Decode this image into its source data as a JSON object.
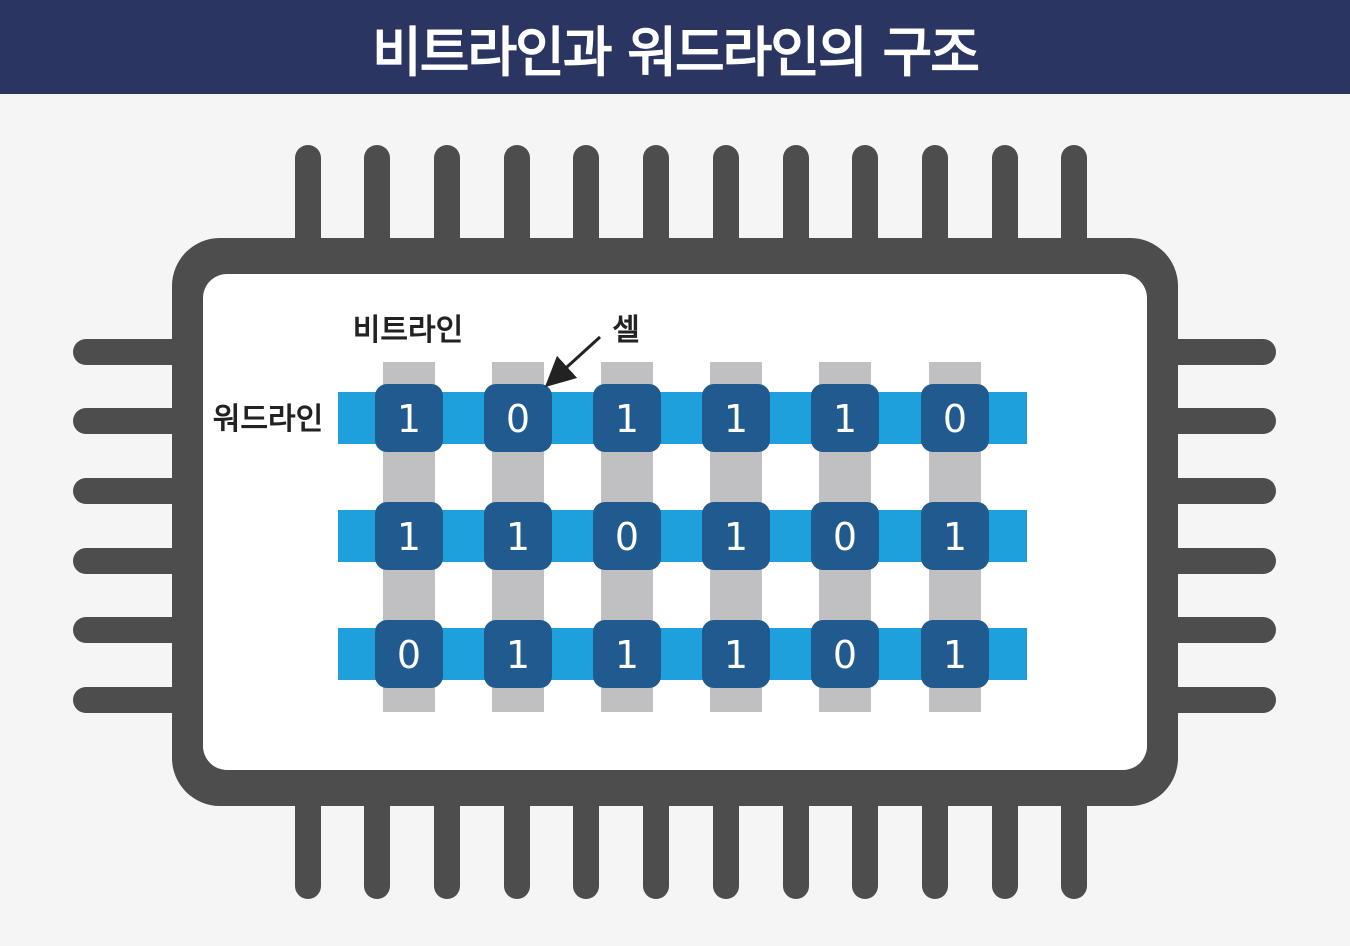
{
  "title": "비트라인과 워드라인의 구조",
  "labels": {
    "bitline": "비트라인",
    "wordline": "워드라인",
    "cell": "셀"
  },
  "cells": [
    [
      "1",
      "0",
      "1",
      "1",
      "1",
      "0"
    ],
    [
      "1",
      "1",
      "0",
      "1",
      "0",
      "1"
    ],
    [
      "0",
      "1",
      "1",
      "1",
      "0",
      "1"
    ]
  ],
  "colors": {
    "title_bar": "#2b3561",
    "chip_body": "#4d4d4d",
    "chip_inner": "#ffffff",
    "bitline": "#c0c0c2",
    "wordline": "#1ea0dd",
    "cell": "#215a8f",
    "background": "#f5f5f5"
  }
}
